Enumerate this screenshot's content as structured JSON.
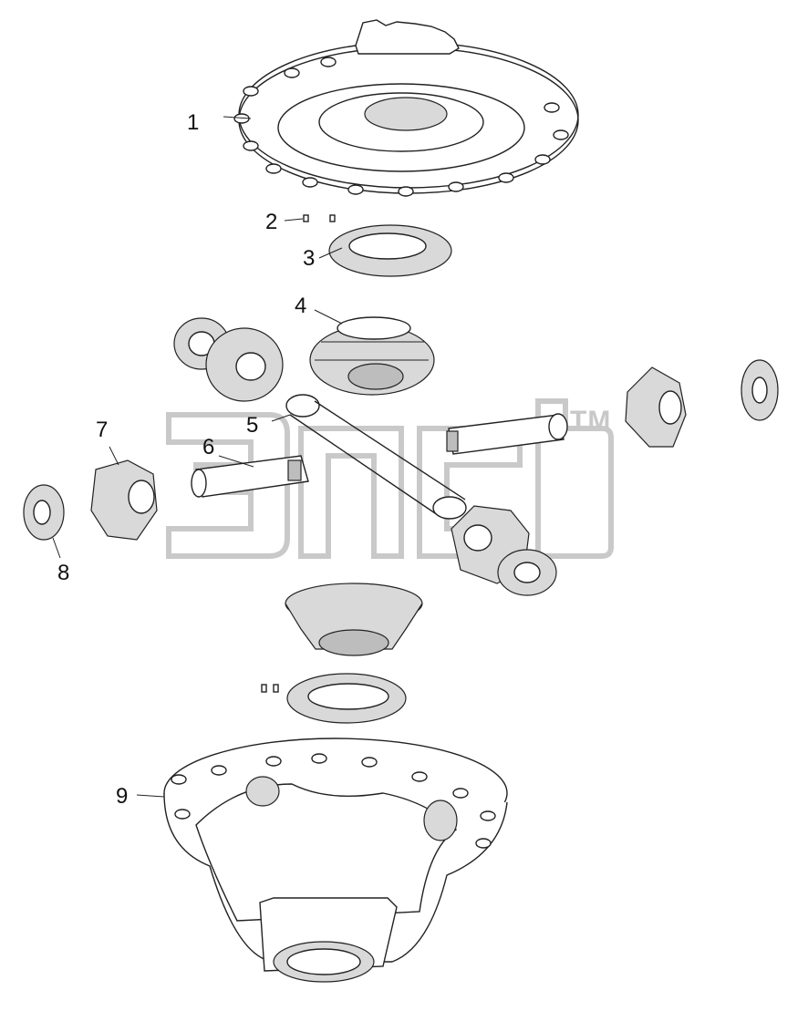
{
  "watermark": {
    "mark": "TM"
  },
  "callouts": [
    {
      "id": "1",
      "label": "1"
    },
    {
      "id": "2",
      "label": "2"
    },
    {
      "id": "3",
      "label": "3"
    },
    {
      "id": "4",
      "label": "4"
    },
    {
      "id": "5",
      "label": "5"
    },
    {
      "id": "6",
      "label": "6"
    },
    {
      "id": "7",
      "label": "7"
    },
    {
      "id": "8",
      "label": "8"
    },
    {
      "id": "9",
      "label": "9"
    }
  ],
  "colors": {
    "line": "#222222",
    "shade": "#d9d9d9",
    "watermark": "#c8c8c8"
  }
}
